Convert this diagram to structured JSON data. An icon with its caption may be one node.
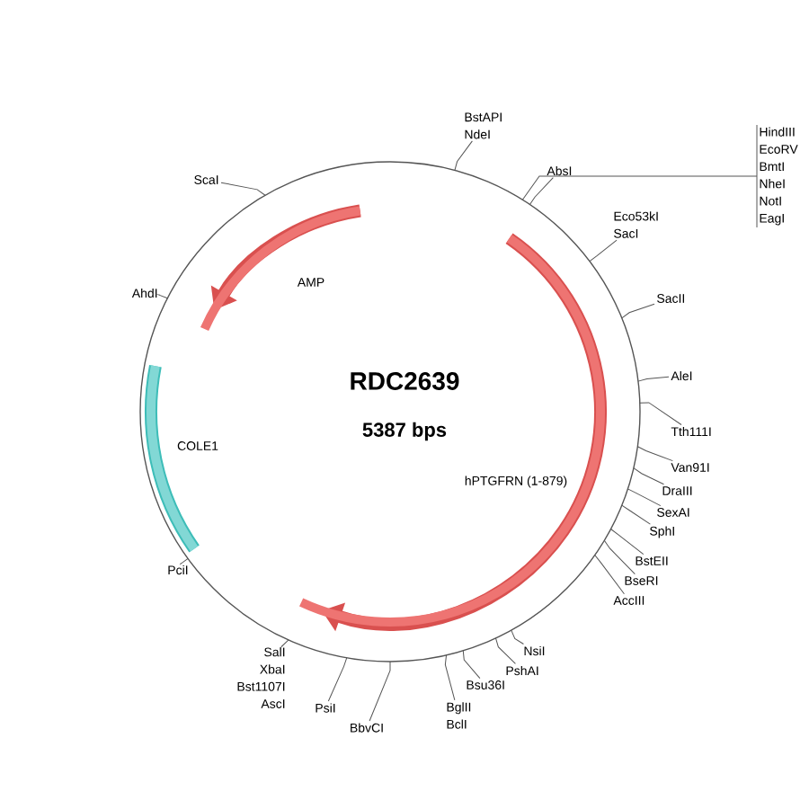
{
  "diagram": {
    "nodes": [
      {
        "text": [
          "BstAPI",
          "NdeI"
        ]
      },
      {
        "text": [
          "AbsI"
        ]
      },
      {
        "text": [
          "HindIII",
          "EcoRV",
          "BmtI",
          "NheI",
          "NotI",
          "EagI"
        ]
      },
      {
        "text": [
          "Eco53kI",
          "SacI"
        ]
      },
      {
        "text": [
          "SacII"
        ]
      },
      {
        "text": [
          "AleI"
        ]
      },
      {
        "text": [
          "Tth111I"
        ]
      },
      {
        "text": [
          "Van91I"
        ]
      },
      {
        "text": [
          "DraIII"
        ]
      },
      {
        "text": [
          "SexAI"
        ]
      },
      {
        "text": [
          "SphI"
        ]
      },
      {
        "text": [
          "BstEII"
        ]
      },
      {
        "text": [
          "BseRI"
        ]
      },
      {
        "text": [
          "AccIII"
        ]
      },
      {
        "text": [
          "NsiI"
        ]
      },
      {
        "text": [
          "PshAI"
        ]
      },
      {
        "text": [
          "Bsu36I"
        ]
      },
      {
        "text": [
          "BglII",
          "BclI"
        ]
      },
      {
        "text": [
          "BbvCI"
        ]
      },
      {
        "text": [
          "PsiI"
        ]
      },
      {
        "text": [
          "SalI",
          "XbaI",
          "Bst1107I",
          "AscI"
        ]
      },
      {
        "text": [
          "PciI"
        ]
      },
      {
        "text": [
          "AhdI"
        ]
      },
      {
        "text": [
          "ScaI"
        ]
      },
      {
        "text": [
          "RDC2639",
          "5387 bps"
        ]
      }
    ],
    "edges": [
      {
        "from": 0,
        "to": 24,
        "arrow": "none"
      },
      {
        "from": 1,
        "to": 24,
        "arrow": "none"
      },
      {
        "from": 2,
        "to": 24,
        "arrow": "none"
      },
      {
        "from": 3,
        "to": 24,
        "arrow": "none"
      },
      {
        "from": 4,
        "to": 24,
        "arrow": "none"
      },
      {
        "from": 5,
        "to": 24,
        "arrow": "none"
      },
      {
        "from": 6,
        "to": 24,
        "arrow": "none"
      },
      {
        "from": 7,
        "to": 24,
        "arrow": "none"
      },
      {
        "from": 8,
        "to": 24,
        "arrow": "none"
      },
      {
        "from": 9,
        "to": 24,
        "arrow": "none"
      },
      {
        "from": 10,
        "to": 24,
        "arrow": "none"
      },
      {
        "from": 11,
        "to": 24,
        "arrow": "none"
      },
      {
        "from": 12,
        "to": 24,
        "arrow": "none"
      },
      {
        "from": 13,
        "to": 24,
        "arrow": "none"
      },
      {
        "from": 14,
        "to": 24,
        "arrow": "none"
      },
      {
        "from": 15,
        "to": 24,
        "arrow": "none"
      },
      {
        "from": 16,
        "to": 24,
        "arrow": "none"
      },
      {
        "from": 17,
        "to": 24,
        "arrow": "none"
      },
      {
        "from": 18,
        "to": 24,
        "arrow": "none"
      },
      {
        "from": 19,
        "to": 24,
        "arrow": "none"
      },
      {
        "from": 20,
        "to": 24,
        "arrow": "none"
      },
      {
        "from": 21,
        "to": 24,
        "arrow": "none"
      },
      {
        "from": 22,
        "to": 24,
        "arrow": "none"
      },
      {
        "from": 23,
        "to": 24,
        "arrow": "none"
      }
    ],
    "labels": [
      "AMP",
      "COLE1",
      "hPTGFRN (1-879)"
    ]
  }
}
